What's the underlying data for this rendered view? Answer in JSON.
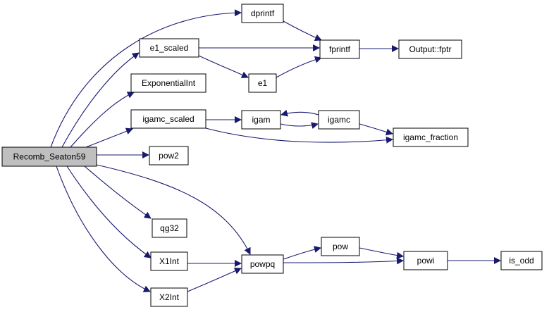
{
  "diagram": {
    "colors": {
      "edge": "#191970",
      "node_border": "#000000",
      "node_fill": "#ffffff",
      "root_fill": "#bfbfbf"
    },
    "nodes": [
      {
        "id": "Recomb_Seaton59",
        "label": "Recomb_Seaton59",
        "root": true
      },
      {
        "id": "dprintf",
        "label": "dprintf"
      },
      {
        "id": "e1_scaled",
        "label": "e1_scaled"
      },
      {
        "id": "ExponentialInt",
        "label": "ExponentialInt"
      },
      {
        "id": "igamc_scaled",
        "label": "igamc_scaled"
      },
      {
        "id": "pow2",
        "label": "pow2"
      },
      {
        "id": "qg32",
        "label": "qg32"
      },
      {
        "id": "X1Int",
        "label": "X1Int"
      },
      {
        "id": "X2Int",
        "label": "X2Int"
      },
      {
        "id": "fprintf",
        "label": "fprintf"
      },
      {
        "id": "e1",
        "label": "e1"
      },
      {
        "id": "igam",
        "label": "igam"
      },
      {
        "id": "igamc",
        "label": "igamc"
      },
      {
        "id": "powpq",
        "label": "powpq"
      },
      {
        "id": "pow",
        "label": "pow"
      },
      {
        "id": "output_fptr",
        "label": "Output::fptr"
      },
      {
        "id": "igamc_fraction",
        "label": "igamc_fraction"
      },
      {
        "id": "powi",
        "label": "powi"
      },
      {
        "id": "is_odd",
        "label": "is_odd"
      }
    ],
    "edges": [
      {
        "from": "Recomb_Seaton59",
        "to": "dprintf"
      },
      {
        "from": "Recomb_Seaton59",
        "to": "e1_scaled"
      },
      {
        "from": "Recomb_Seaton59",
        "to": "ExponentialInt"
      },
      {
        "from": "Recomb_Seaton59",
        "to": "igamc_scaled"
      },
      {
        "from": "Recomb_Seaton59",
        "to": "pow2"
      },
      {
        "from": "Recomb_Seaton59",
        "to": "powpq"
      },
      {
        "from": "Recomb_Seaton59",
        "to": "qg32"
      },
      {
        "from": "Recomb_Seaton59",
        "to": "X1Int"
      },
      {
        "from": "Recomb_Seaton59",
        "to": "X2Int"
      },
      {
        "from": "dprintf",
        "to": "fprintf"
      },
      {
        "from": "e1_scaled",
        "to": "fprintf"
      },
      {
        "from": "e1_scaled",
        "to": "e1"
      },
      {
        "from": "e1",
        "to": "fprintf"
      },
      {
        "from": "fprintf",
        "to": "output_fptr"
      },
      {
        "from": "igamc_scaled",
        "to": "igam"
      },
      {
        "from": "igamc_scaled",
        "to": "igamc_fraction"
      },
      {
        "from": "igam",
        "to": "igamc"
      },
      {
        "from": "igamc",
        "to": "igam"
      },
      {
        "from": "igamc",
        "to": "igamc_fraction"
      },
      {
        "from": "X1Int",
        "to": "powpq"
      },
      {
        "from": "X2Int",
        "to": "powpq"
      },
      {
        "from": "powpq",
        "to": "pow"
      },
      {
        "from": "powpq",
        "to": "powi"
      },
      {
        "from": "pow",
        "to": "powi"
      },
      {
        "from": "powi",
        "to": "is_odd"
      }
    ]
  }
}
